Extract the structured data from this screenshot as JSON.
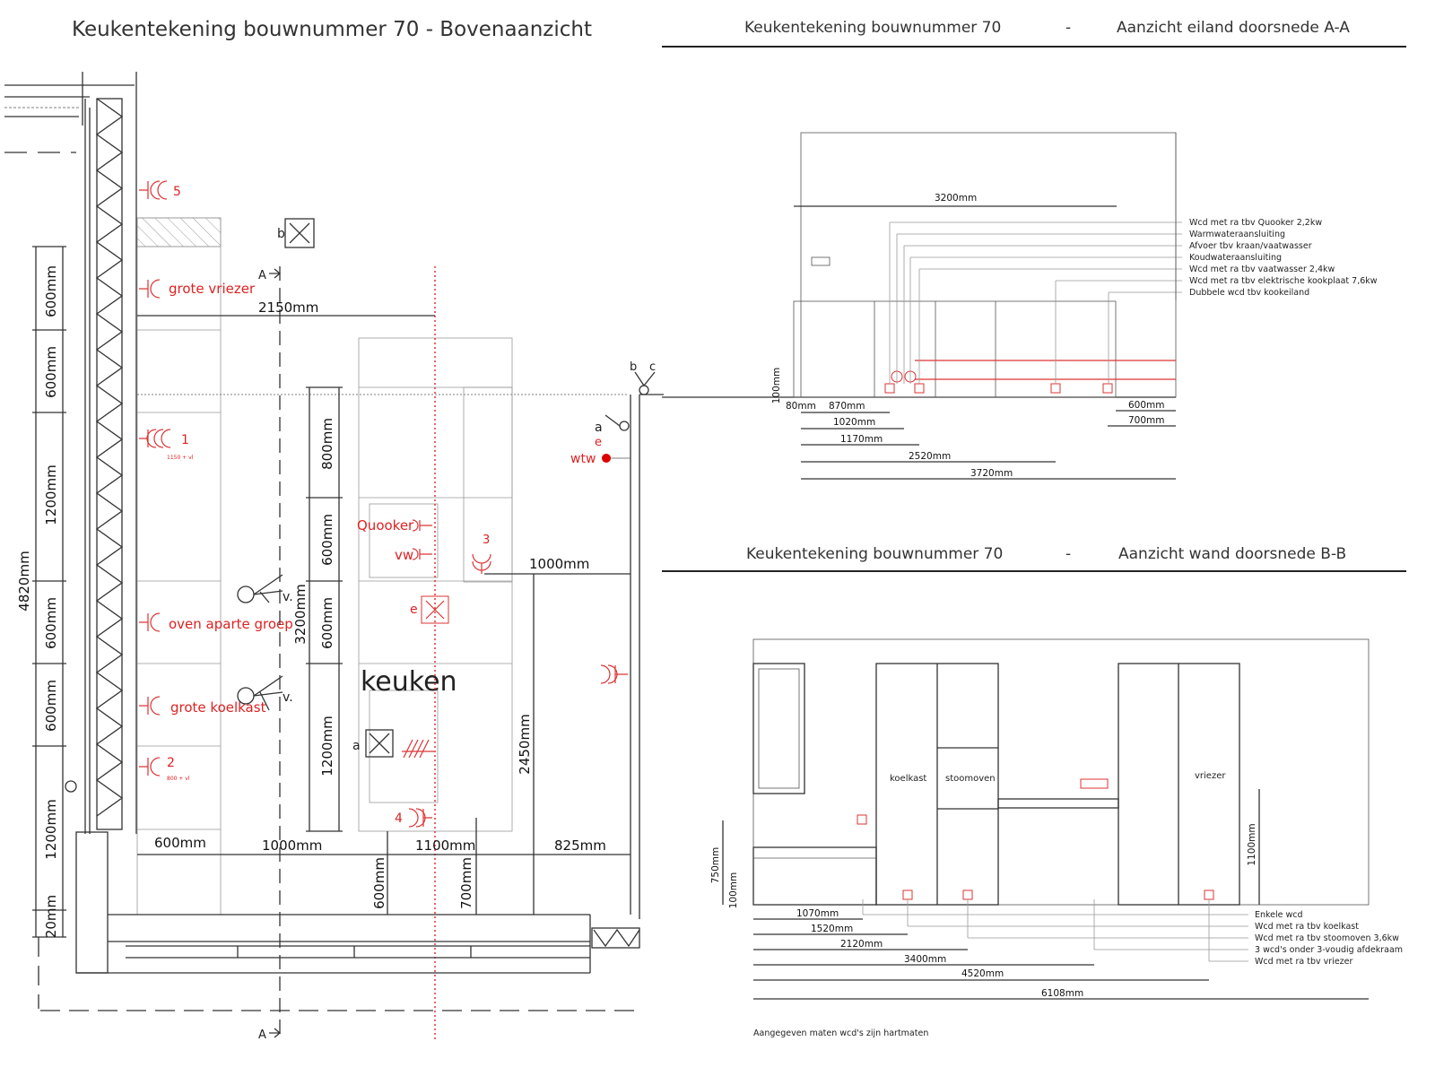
{
  "plan": {
    "title": "Keukentekening bouwnummer 70 - Bovenaanzicht",
    "room_label": "keuken",
    "labels": {
      "grote_vriezer": "grote vriezer",
      "oven": "oven aparte groep",
      "grote_koelkast": "grote koelkast",
      "quooker": "Quooker",
      "vw": "vw",
      "wtw": "wtw",
      "n5": "5",
      "n1": "1",
      "n2": "2",
      "n3": "3",
      "n4": "4",
      "n1_sub": "1150 + vl",
      "n2_sub": "800 + vl",
      "a": "a",
      "b": "b",
      "c": "c",
      "e": "e",
      "v": "v.",
      "section_a": "A"
    },
    "dims_left": [
      "600mm",
      "600mm",
      "1200mm",
      "600mm",
      "600mm",
      "1200mm",
      "20mm"
    ],
    "dim_total": "4820mm",
    "dim_2150": "2150mm",
    "dims_island": [
      "800mm",
      "600mm",
      "600mm",
      "1200mm"
    ],
    "dim_3200": "3200mm",
    "dim_2450": "2450mm",
    "dim_1000r": "1000mm",
    "dims_bottom": [
      "600mm",
      "1000mm",
      "1100mm",
      "825mm"
    ],
    "dims_bottom_v": [
      "600mm",
      "700mm"
    ]
  },
  "section_aa": {
    "title_left": "Keukentekening bouwnummer 70",
    "separator": "-",
    "title_right": "Aanzicht eiland doorsnede A-A",
    "dim_top": "3200mm",
    "dim_height": "100mm",
    "dims": [
      "80mm",
      "870mm",
      "1020mm",
      "1170mm",
      "2520mm",
      "3720mm",
      "600mm",
      "700mm"
    ],
    "legend": [
      "Wcd met ra tbv Quooker 2,2kw",
      "Warmwateraansluiting",
      "Afvoer tbv kraan/vaatwasser",
      "Koudwateraansluiting",
      "Wcd met ra tbv vaatwasser 2,4kw",
      "Wcd met ra tbv elektrische kookplaat 7,6kw",
      "Dubbele wcd tbv kookeiland"
    ]
  },
  "section_bb": {
    "title_left": "Keukentekening bouwnummer 70",
    "separator": "-",
    "title_right": "Aanzicht wand doorsnede B-B",
    "cabinets": [
      "koelkast",
      "stoomoven",
      "vriezer"
    ],
    "dims_v": [
      "750mm",
      "100mm",
      "1100mm"
    ],
    "dims": [
      "1070mm",
      "1520mm",
      "2120mm",
      "3400mm",
      "4520mm",
      "6108mm"
    ],
    "legend": [
      "Enkele wcd",
      "Wcd met ra tbv koelkast",
      "Wcd met ra tbv stoomoven 3,6kw",
      "3 wcd's onder 3-voudig afdekraam",
      "Wcd met ra tbv vriezer"
    ],
    "footnote": "Aangegeven maten wcd's zijn hartmaten"
  }
}
